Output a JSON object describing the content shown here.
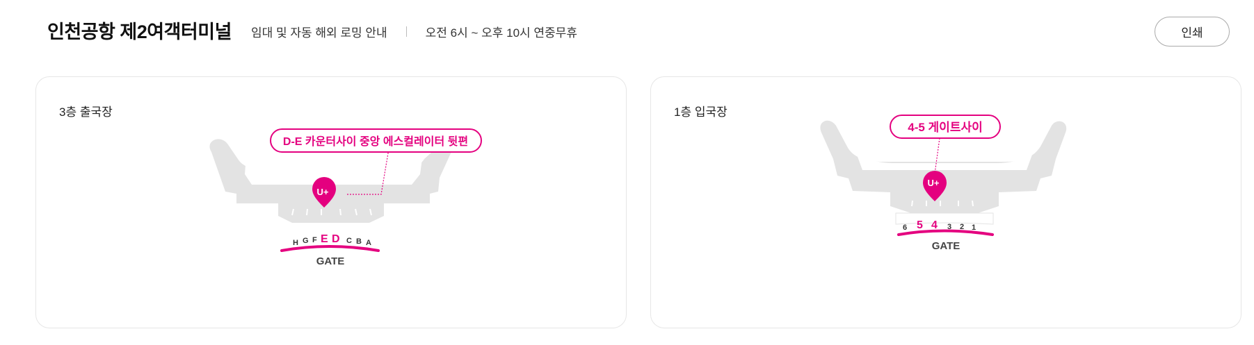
{
  "header": {
    "title": "인천공항 제2여객터미널",
    "service": "임대 및 자동 해외 로밍 안내",
    "hours": "오전 6시 ~ 오후 10시 연중무휴",
    "print_label": "인쇄"
  },
  "cards": [
    {
      "floor": "3층 출국장",
      "callout": "D-E 카운터사이 중앙 에스컬레이터 뒷편",
      "pin": "U+",
      "gate_letters": [
        "H",
        "G",
        "F",
        "E",
        "D",
        "C",
        "B",
        "A"
      ],
      "gate_caption": "GATE"
    },
    {
      "floor": "1층 입국장",
      "callout": "4-5 게이트사이",
      "pin": "U+",
      "gate_letters": [
        "6",
        "5",
        "4",
        "3",
        "2",
        "1"
      ],
      "gate_caption": "GATE"
    }
  ],
  "colors": {
    "accent": "#e4007f",
    "map_gray": "#e3e3e3",
    "border": "#e6e6e6"
  }
}
